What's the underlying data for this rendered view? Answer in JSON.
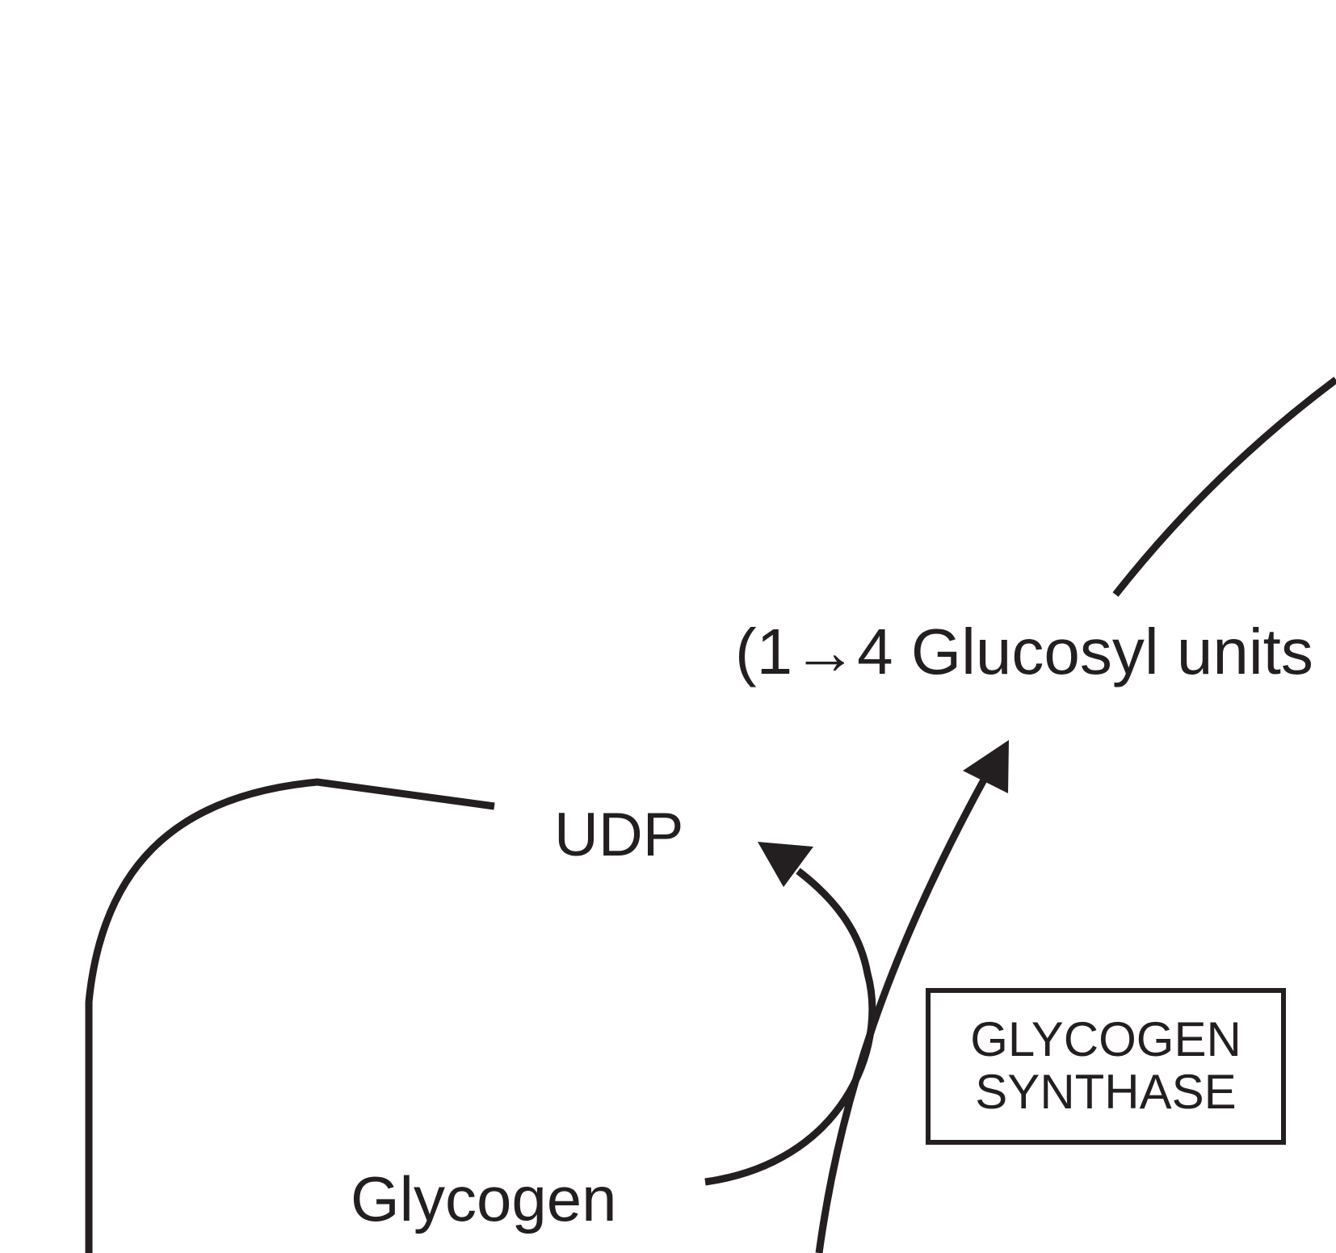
{
  "diagram": {
    "labels": {
      "glucosyl_units": "(1→4 Glucosyl units",
      "udp": "UDP",
      "glycogen": "Glycogen"
    },
    "enzyme": {
      "line1": "GLYCOGEN",
      "line2": "SYNTHASE"
    },
    "colors": {
      "ink": "#231f20",
      "background": "#ffffff"
    }
  }
}
